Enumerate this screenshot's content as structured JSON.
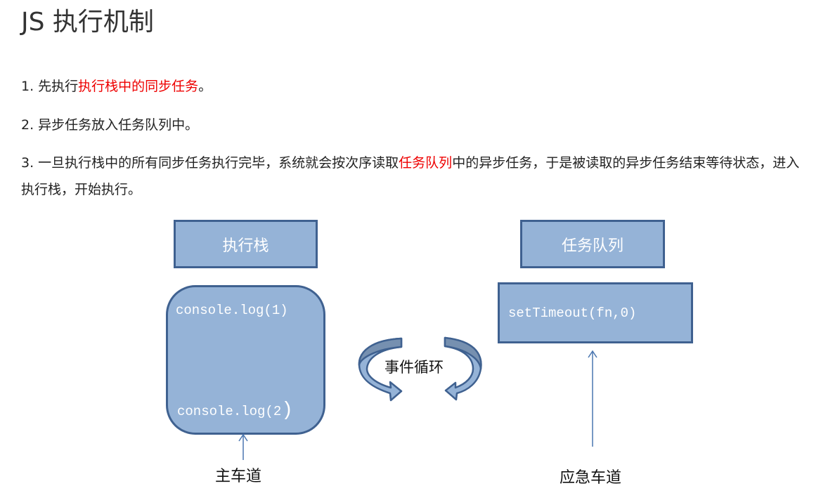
{
  "title": "JS 执行机制",
  "points": [
    {
      "prefix": "1. 先执行",
      "highlight": "执行栈中的同步任务",
      "suffix": "。"
    },
    {
      "text": "2. 异步任务放入任务队列中。"
    },
    {
      "prefix": "3. 一旦执行栈中的所有同步任务执行完毕，系统就会按次序读取",
      "highlight": "任务队列",
      "suffix": "中的异步任务，于是被读取的异步任务结束等待状态，进入执行栈，开始执行。"
    }
  ],
  "diagram": {
    "stack_label": "执行栈",
    "stack_code": [
      "console.log(1)",
      "console.log(2",
      ")"
    ],
    "queue_label": "任务队列",
    "queue_code": "setTimeout(fn,0)",
    "loop_label": "事件循环",
    "main_lane": "主车道",
    "emergency_lane": "应急车道",
    "colors": {
      "fill": "#95b3d7",
      "border": "#3f6190",
      "highlight": "#ee0000"
    }
  }
}
